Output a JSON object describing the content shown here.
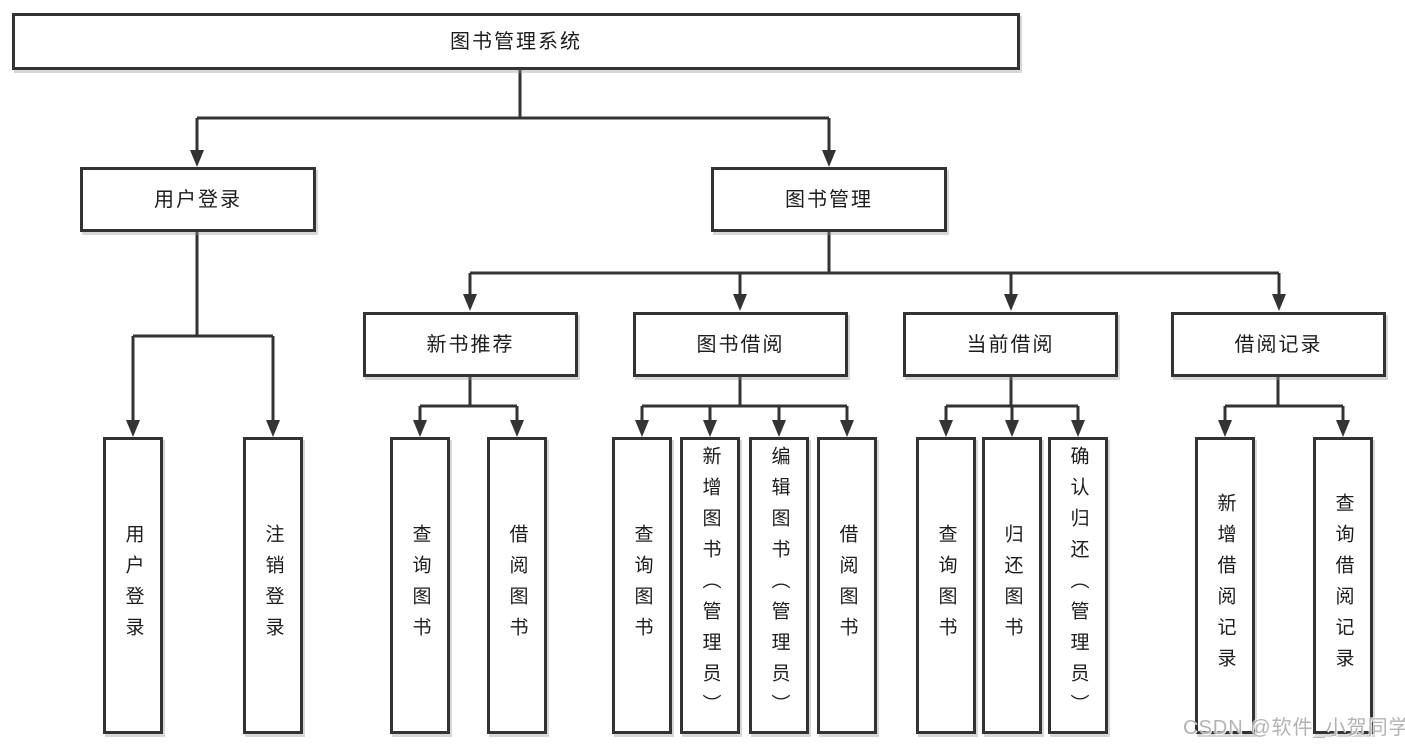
{
  "root": {
    "label": "图书管理系统"
  },
  "level2": [
    {
      "label": "用户登录"
    },
    {
      "label": "图书管理"
    }
  ],
  "level3": [
    {
      "label": "新书推荐"
    },
    {
      "label": "图书借阅"
    },
    {
      "label": "当前借阅"
    },
    {
      "label": "借阅记录"
    }
  ],
  "leaves": [
    {
      "label": "用户登录"
    },
    {
      "label": "注销登录"
    },
    {
      "label": "查询图书"
    },
    {
      "label": "借阅图书"
    },
    {
      "label": "查询图书"
    },
    {
      "label": "新增图书（管理员）"
    },
    {
      "label": "编辑图书（管理员）"
    },
    {
      "label": "借阅图书"
    },
    {
      "label": "查询图书"
    },
    {
      "label": "归还图书"
    },
    {
      "label": "确认归还（管理员）"
    },
    {
      "label": "新增借阅记录"
    },
    {
      "label": "查询借阅记录"
    }
  ],
  "watermark": {
    "text": "CSDN @软件_小贺同学"
  },
  "colors": {
    "line": "#333333",
    "text": "#1c1c1c",
    "bg": "#ffffff",
    "watermark": "#b3b3b3"
  }
}
